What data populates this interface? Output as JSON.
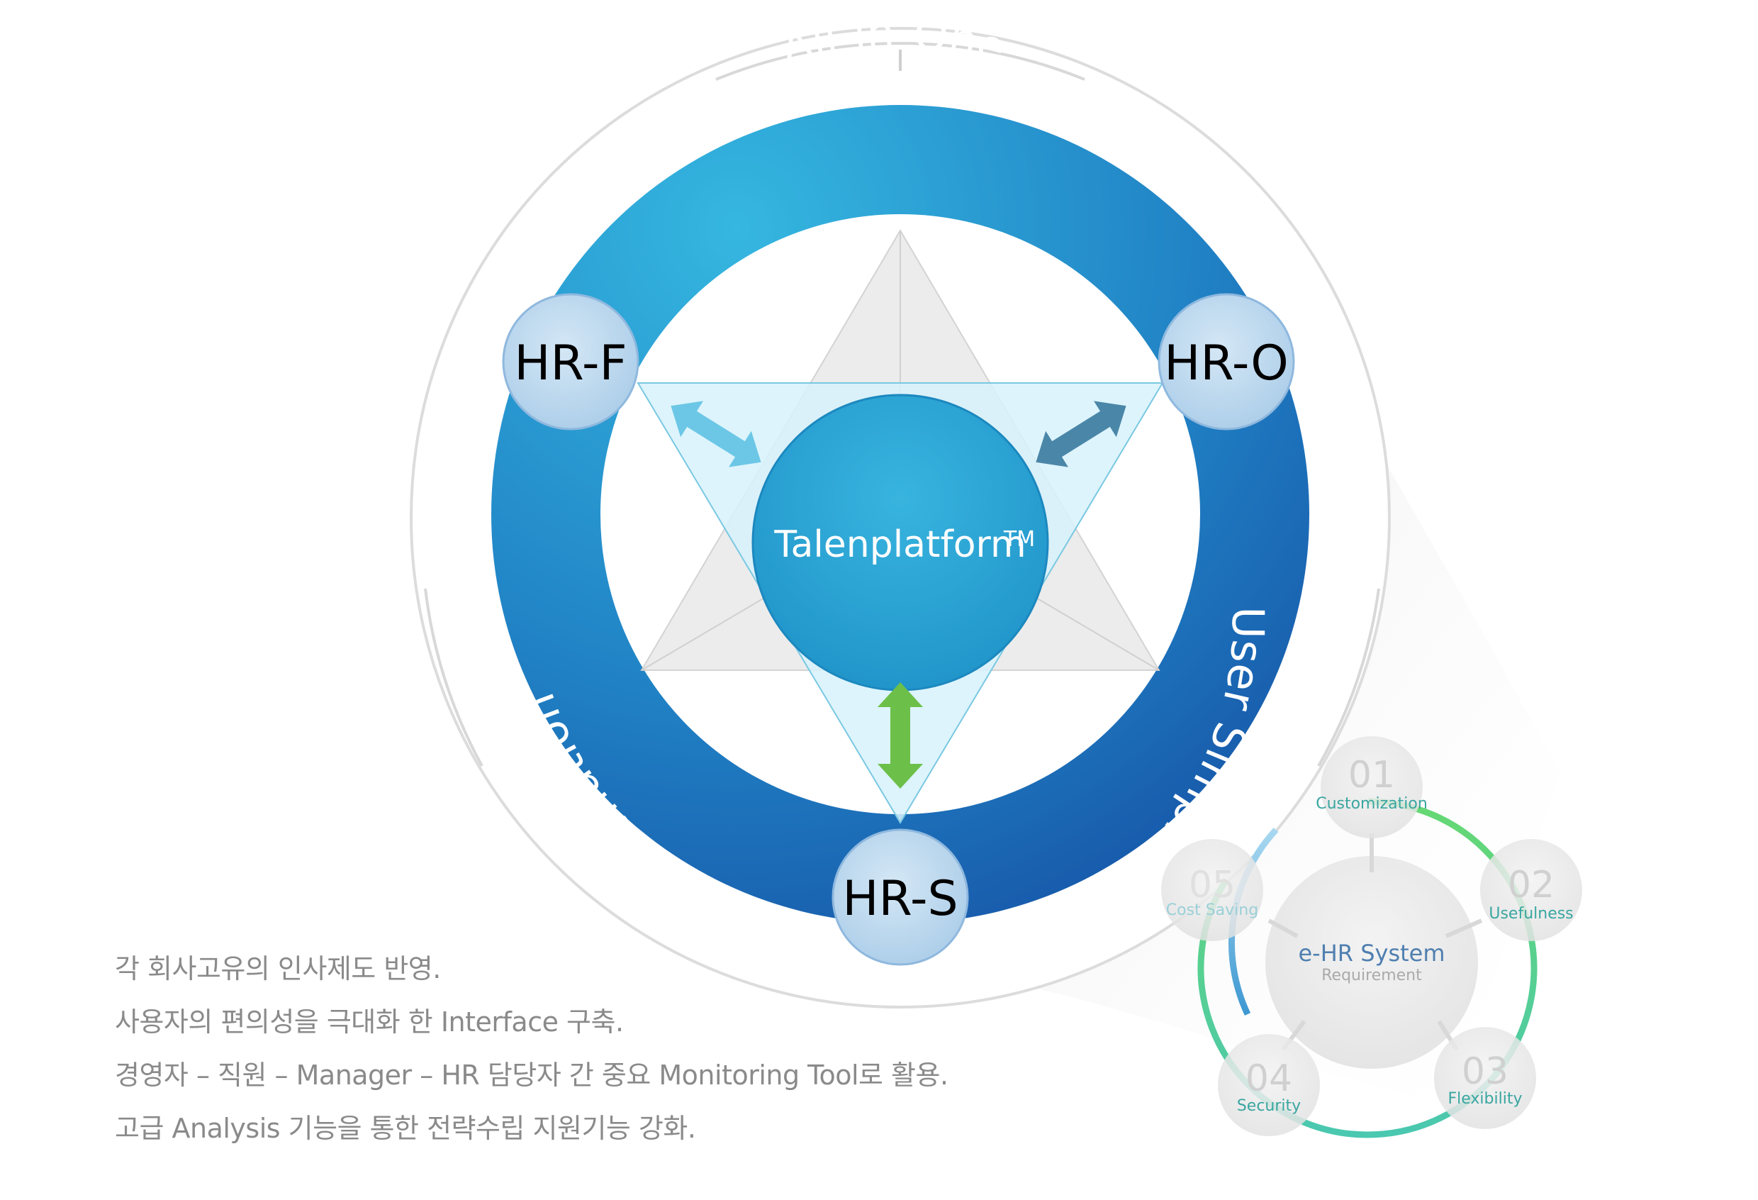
{
  "diagram": {
    "ring_labels": {
      "top": "All-in-One",
      "right": "User Simplicity",
      "left": "Information"
    },
    "nodes": {
      "hr_f": "HR-F",
      "hr_o": "HR-O",
      "hr_s": "HR-S"
    },
    "center": {
      "name": "Talenplatform",
      "mark": "TM"
    },
    "requirements": {
      "title": "e-HR System",
      "subtitle": "Requirement",
      "items": [
        {
          "num": "01",
          "label": "Customization"
        },
        {
          "num": "02",
          "label": "Usefulness"
        },
        {
          "num": "03",
          "label": "Flexibility"
        },
        {
          "num": "04",
          "label": "Security"
        },
        {
          "num": "05",
          "label": "Cost Saving"
        }
      ]
    },
    "colors": {
      "ring_light": "#31b0dc",
      "ring_dark": "#1a5dab",
      "node_fill": "#bcd8ee",
      "center_fill": "#29a6d6",
      "arrow_left": "#6cc7e6",
      "arrow_right": "#4a86a8",
      "arrow_bottom": "#6cc04a",
      "req_green": "#5cd47a",
      "req_blue": "#5aa6d8"
    }
  },
  "captions": [
    "각 회사고유의 인사제도 반영.",
    "사용자의 편의성을 극대화 한 Interface 구축.",
    "경영자 – 직원 – Manager – HR 담당자 간 중요 Monitoring Tool로 활용.",
    "고급 Analysis 기능을 통한 전략수립 지원기능 강화."
  ]
}
